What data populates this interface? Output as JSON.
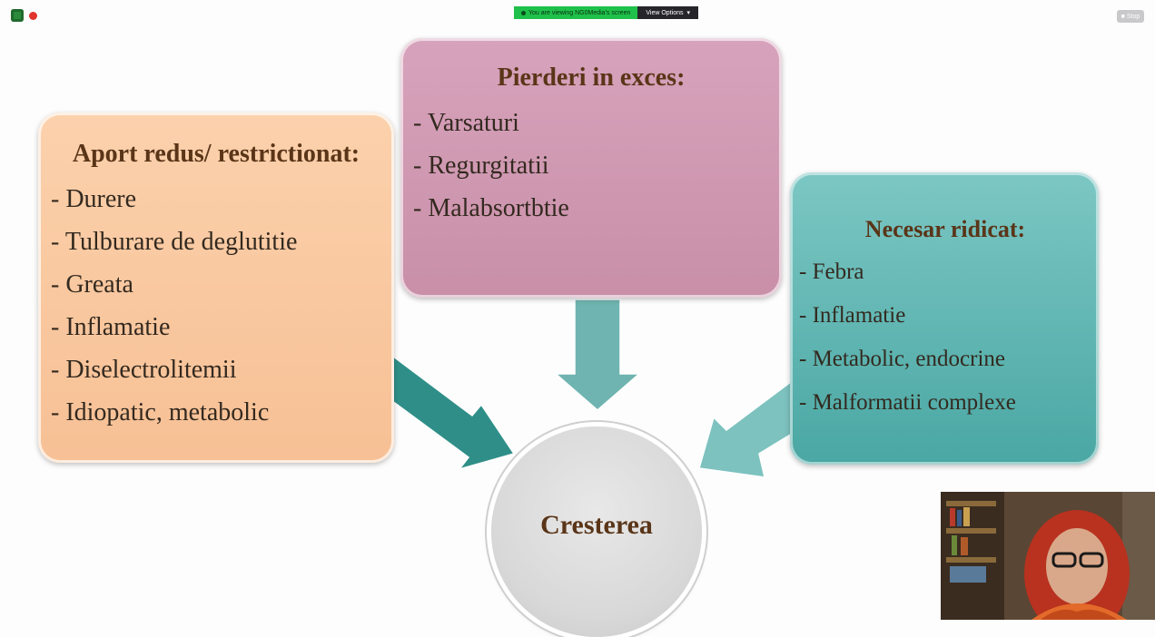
{
  "zoom": {
    "banner_text": "You are viewing NG0Media's screen",
    "view_options_label": "View Options",
    "top_right_label": "Stop"
  },
  "boxes": {
    "left": {
      "title": "Aport redus/ restrictionat:",
      "items": [
        "- Durere",
        "- Tulburare de deglutitie",
        "- Greata",
        "- Inflamatie",
        "- Diselectrolitemii",
        "- Idiopatic, metabolic"
      ]
    },
    "middle": {
      "title": "Pierderi in exces:",
      "items": [
        "- Varsaturi",
        "- Regurgitatii",
        "- Malabsortbtie"
      ]
    },
    "right": {
      "title": "Necesar ridicat:",
      "items": [
        "- Febra",
        "- Inflamatie",
        "- Metabolic, endocrine",
        "- Malformatii complexe"
      ]
    }
  },
  "center": {
    "label": "Cresterea"
  },
  "colors": {
    "left_box": "#f7c095",
    "middle_box": "#c98fa8",
    "right_box": "#4aa7a3",
    "arrow_left": "#2f8f88",
    "arrow_middle": "#6fb4b0",
    "arrow_right": "#7dc2bf",
    "title_text": "#5a3518"
  },
  "icons": {
    "zoom_security": "shield-icon",
    "recording": "record-dot-icon",
    "view_options_chevron": "chevron-down-icon"
  }
}
